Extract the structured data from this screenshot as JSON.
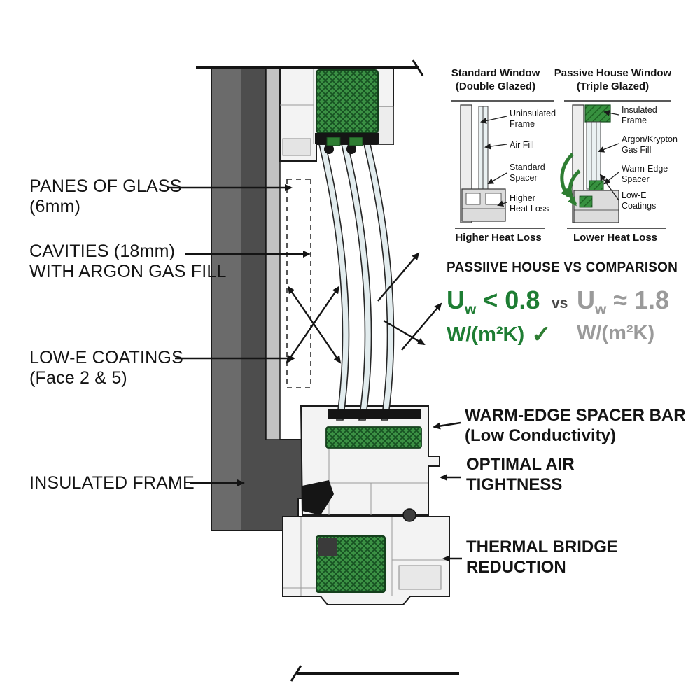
{
  "main_labels": {
    "panes": {
      "line1": "PANES OF GLASS",
      "line2": "(6mm)"
    },
    "cavities": {
      "line1": "CAVITIES (18mm)",
      "line2": "WITH ARGON GAS FILL"
    },
    "lowe": {
      "line1": "LOW-E COATINGS",
      "line2": "(Face 2 & 5)"
    },
    "frame": {
      "line1": "INSULATED FRAME"
    },
    "spacer": {
      "line1": "WARM-EDGE SPACER BAR",
      "line2": "(Low Conductivity)"
    },
    "air": {
      "line1": "OPTIMAL AIR",
      "line2": "TIGHTNESS"
    },
    "thermal": {
      "line1": "THERMAL BRIDGE",
      "line2": "REDUCTION"
    }
  },
  "inset": {
    "standard": {
      "title_line1": "Standard Window",
      "title_line2": "(Double Glazed)",
      "callouts": [
        {
          "line1": "Uninsulated",
          "line2": "Frame"
        },
        {
          "line1": "Air Fill",
          "line2": ""
        },
        {
          "line1": "Standard",
          "line2": "Spacer"
        },
        {
          "line1": "Higher",
          "line2": "Heat Loss"
        }
      ],
      "footer": "Higher Heat Loss"
    },
    "passive": {
      "title_line1": "Passive House Window",
      "title_line2": "(Triple Glazed)",
      "callouts": [
        {
          "line1": "Insulated",
          "line2": "Frame"
        },
        {
          "line1": "Argon/Krypton",
          "line2": "Gas Fill"
        },
        {
          "line1": "Warm-Edge",
          "line2": "Spacer"
        },
        {
          "line1": "Low-E",
          "line2": "Coatings"
        }
      ],
      "footer": "Lower Heat Loss"
    }
  },
  "comparison": {
    "heading": "PASSIIVE HOUSE VS COMPARISON",
    "u_symbol": "U",
    "u_sub": "w",
    "passive_value": "< 0.8",
    "passive_unit": "W/(m²K)",
    "check": "✓",
    "vs": "vs",
    "standard_value": "≈ 1.8",
    "standard_unit": "W/(m²K)"
  },
  "colors": {
    "accent_green": "#1e7d33",
    "muted_gray": "#9a9a9a",
    "wall_gray": "#4d4d4d",
    "text": "#141414"
  }
}
